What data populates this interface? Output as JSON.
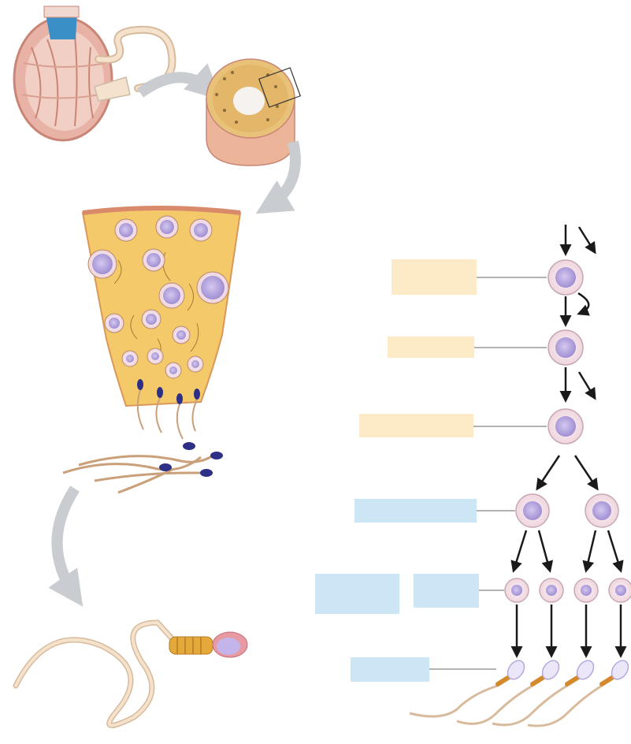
{
  "diagram": {
    "left_panel": {
      "illustrations": [
        "testis-cross-section",
        "seminiferous-tubule-cross-section",
        "tubule-wall-wedge",
        "sperm-cells-cluster",
        "mature-sperm"
      ]
    },
    "right_panel": {
      "stages": [
        {
          "id": "stage-1",
          "box_color": "#fdebc8",
          "label": ""
        },
        {
          "id": "stage-2",
          "box_color": "#fdebc8",
          "label": ""
        },
        {
          "id": "stage-3",
          "box_color": "#fdebc8",
          "label": ""
        },
        {
          "id": "stage-4",
          "box_color": "#cde6f6",
          "label": ""
        },
        {
          "id": "stage-5a",
          "box_color": "#cde6f6",
          "label": ""
        },
        {
          "id": "stage-5b",
          "box_color": "#cde6f6",
          "label": ""
        },
        {
          "id": "stage-6",
          "box_color": "#cde6f6",
          "label": ""
        }
      ]
    },
    "colors": {
      "cell_fill": "#f3e0e6",
      "nucleus_fill": "#b7a6de",
      "tissue_fill": "#f4c96a",
      "tissue_border": "#d9985a",
      "curved_arrow": "#c9ccd0",
      "connector_line": "#9a9a9a",
      "arrow": "#1a1a1a"
    }
  }
}
